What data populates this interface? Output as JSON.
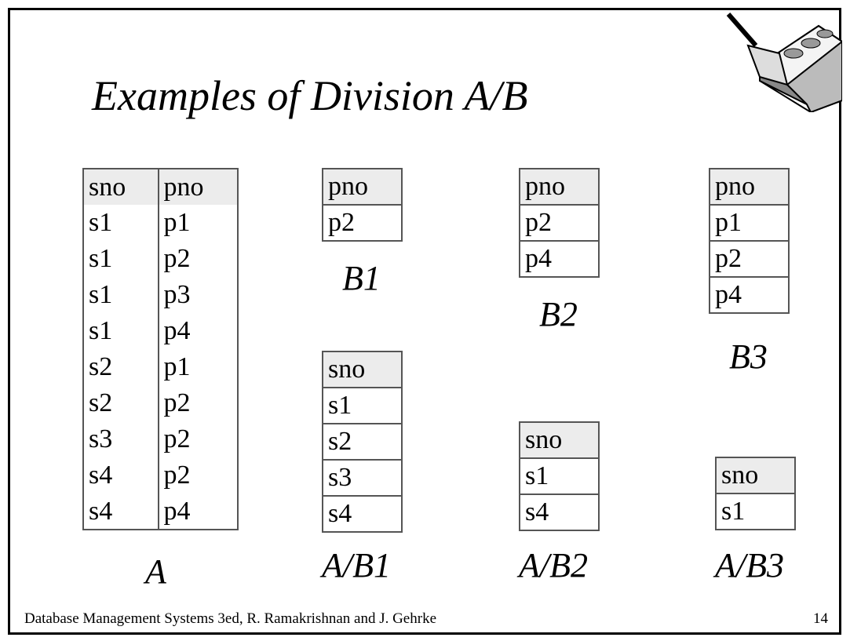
{
  "title": "Examples of Division A/B",
  "tables": {
    "A": {
      "headers": [
        "sno",
        "pno"
      ],
      "rows": [
        [
          "s1",
          "p1"
        ],
        [
          "s1",
          "p2"
        ],
        [
          "s1",
          "p3"
        ],
        [
          "s1",
          "p4"
        ],
        [
          "s2",
          "p1"
        ],
        [
          "s2",
          "p2"
        ],
        [
          "s3",
          "p2"
        ],
        [
          "s4",
          "p2"
        ],
        [
          "s4",
          "p4"
        ]
      ],
      "caption": "A"
    },
    "B1": {
      "header": "pno",
      "rows": [
        "p2"
      ],
      "caption": "B1"
    },
    "B2": {
      "header": "pno",
      "rows": [
        "p2",
        "p4"
      ],
      "caption": "B2"
    },
    "B3": {
      "header": "pno",
      "rows": [
        "p1",
        "p2",
        "p4"
      ],
      "caption": "B3"
    },
    "AB1": {
      "header": "sno",
      "rows": [
        "s1",
        "s2",
        "s3",
        "s4"
      ],
      "caption": "A/B1"
    },
    "AB2": {
      "header": "sno",
      "rows": [
        "s1",
        "s4"
      ],
      "caption": "A/B2"
    },
    "AB3": {
      "header": "sno",
      "rows": [
        "s1"
      ],
      "caption": "A/B3"
    }
  },
  "footer": "Database Management Systems 3ed,  R. Ramakrishnan and J. Gehrke",
  "page_number": "14",
  "logo_icon": "trowel-brick-icon"
}
